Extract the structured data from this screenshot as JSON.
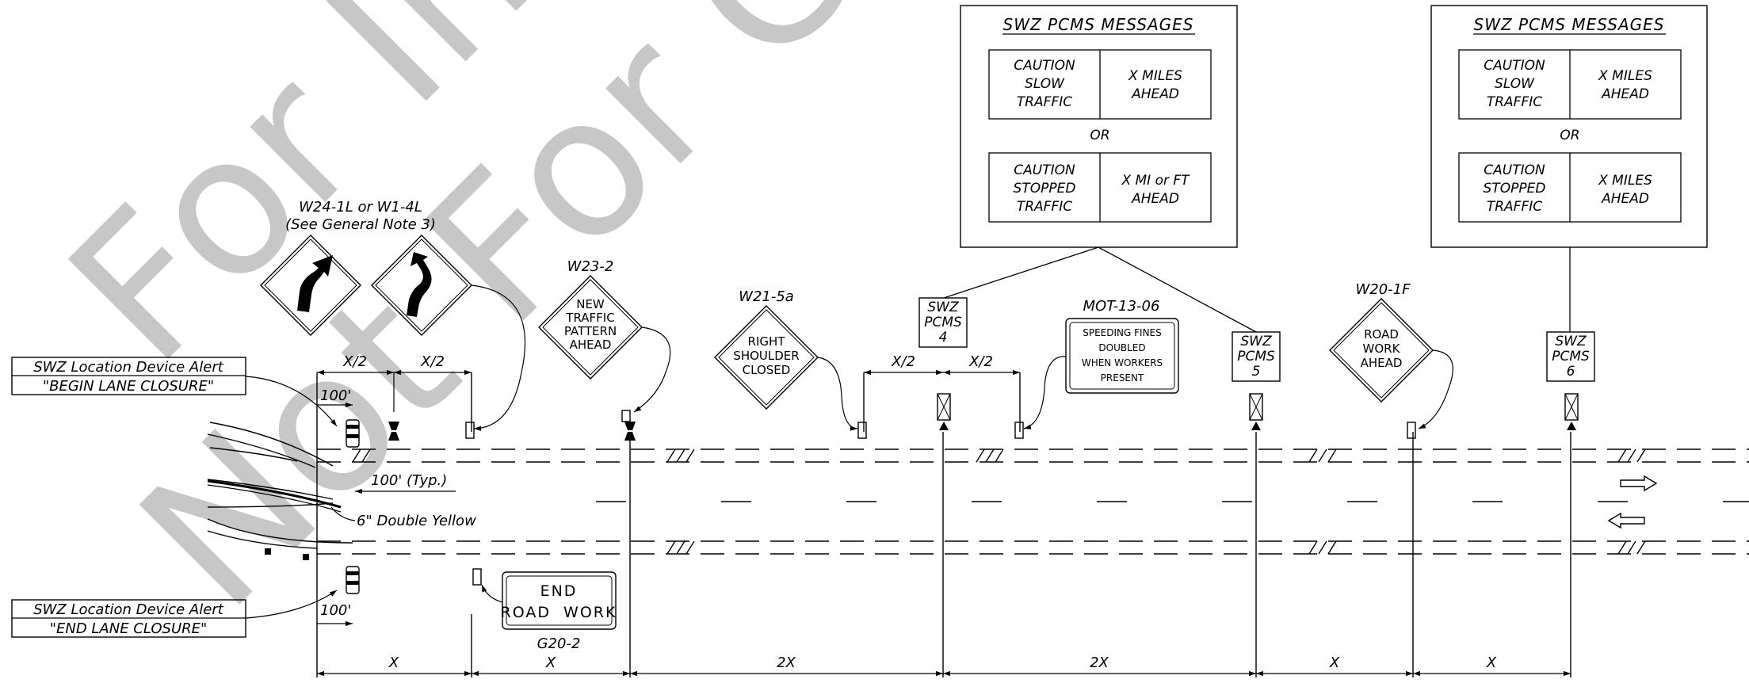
{
  "watermark": {
    "line1": "For Information",
    "line2": "Not For Construction"
  },
  "pcms_boxes": [
    {
      "title": "SWZ PCMS MESSAGES",
      "msg1_left": [
        "CAUTION",
        "SLOW",
        "TRAFFIC"
      ],
      "msg1_right": [
        "X MILES",
        "AHEAD"
      ],
      "or": "OR",
      "msg2_left": [
        "CAUTION",
        "STOPPED",
        "TRAFFIC"
      ],
      "msg2_right": [
        "X MI or FT",
        "AHEAD"
      ]
    },
    {
      "title": "SWZ PCMS MESSAGES",
      "msg1_left": [
        "CAUTION",
        "SLOW",
        "TRAFFIC"
      ],
      "msg1_right": [
        "X MILES",
        "AHEAD"
      ],
      "or": "OR",
      "msg2_left": [
        "CAUTION",
        "STOPPED",
        "TRAFFIC"
      ],
      "msg2_right": [
        "X MILES",
        "AHEAD"
      ]
    }
  ],
  "pcms_units": [
    {
      "lines": [
        "SWZ",
        "PCMS",
        "4"
      ]
    },
    {
      "lines": [
        "SWZ",
        "PCMS",
        "5"
      ]
    },
    {
      "lines": [
        "SWZ",
        "PCMS",
        "6"
      ]
    }
  ],
  "signs": {
    "w24_label": [
      "W24-1L or W1-4L",
      "(See General Note 3)"
    ],
    "w23_label": "W23-2",
    "w23_text": [
      "NEW",
      "TRAFFIC",
      "PATTERN",
      "AHEAD"
    ],
    "w21_label": "W21-5a",
    "w21_text": [
      "RIGHT",
      "SHOULDER",
      "CLOSED"
    ],
    "mot_label": "MOT-13-06",
    "mot_text": [
      "SPEEDING FINES",
      "DOUBLED",
      "WHEN WORKERS",
      "PRESENT"
    ],
    "w20_label": "W20-1F",
    "w20_text": [
      "ROAD",
      "WORK",
      "AHEAD"
    ],
    "g20_label": "G20-2",
    "g20_text": [
      "END",
      "ROAD  WORK"
    ]
  },
  "alerts": {
    "begin": [
      "SWZ Location Device Alert",
      "\"BEGIN LANE CLOSURE\""
    ],
    "end": [
      "SWZ Location Device Alert",
      "\"END LANE CLOSURE\""
    ]
  },
  "dimensions": {
    "half_x": "X/2",
    "hundred": "100'",
    "hundred_typ": "100' (Typ.)",
    "double_yellow": "6\" Double Yellow",
    "bottom": [
      "X",
      "X",
      "2X",
      "2X",
      "X",
      "X"
    ]
  }
}
